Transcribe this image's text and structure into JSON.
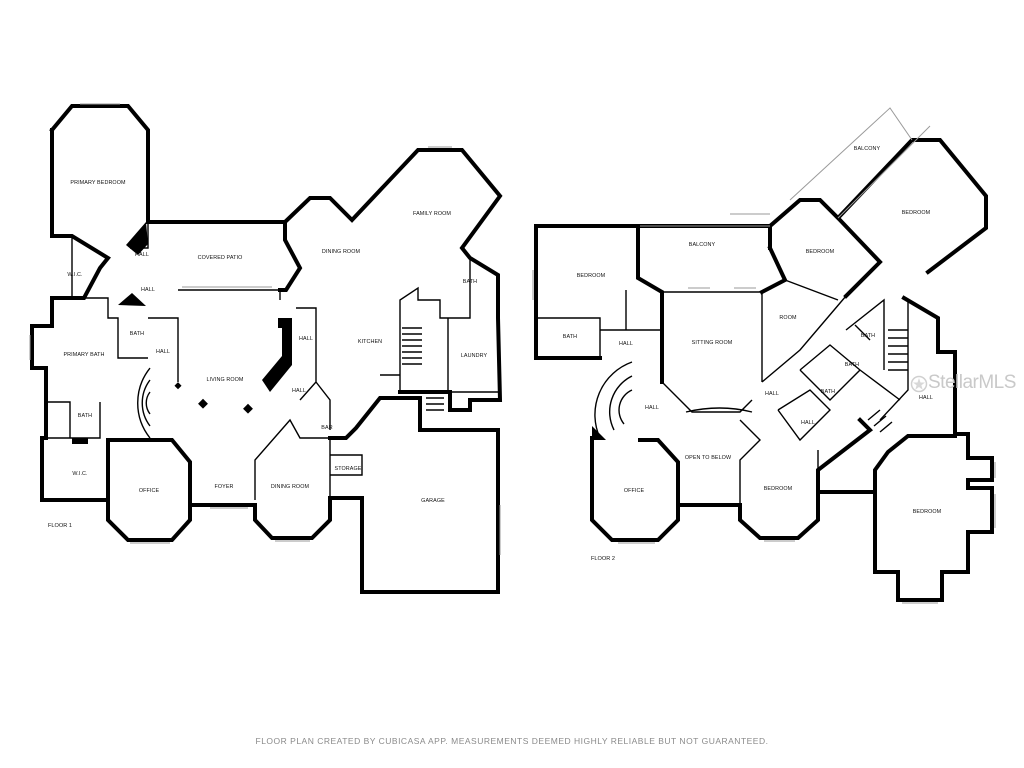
{
  "floor1": {
    "label": "FLOOR 1",
    "rooms": {
      "primary_bedroom": "PRIMARY BEDROOM",
      "wic_top": "W.I.C.",
      "hall_a": "HALL",
      "hall_b": "HALL",
      "primary_bath": "PRIMARY BATH",
      "bath_a": "BATH",
      "hall_c": "HALL",
      "bath_b": "BATH",
      "wic_bottom": "W.I.C.",
      "office": "OFFICE",
      "foyer": "FOYER",
      "living_room": "LIVING ROOM",
      "covered_patio": "COVERED PATIO",
      "dining_room_a": "DINING ROOM",
      "family_room": "FAMILY ROOM",
      "kitchen": "KITCHEN",
      "hall_d": "HALL",
      "hall_e": "HALL",
      "bath_c": "BATH",
      "laundry": "LAUNDRY",
      "bar": "BAR",
      "dining_room_b": "DINING ROOM",
      "storage": "STORAGE",
      "garage": "GARAGE"
    }
  },
  "floor2": {
    "label": "FLOOR 2",
    "rooms": {
      "bedroom_a": "BEDROOM",
      "balcony_a": "BALCONY",
      "balcony_b": "BALCONY",
      "bedroom_b": "BEDROOM",
      "bedroom_c": "BEDROOM",
      "bath_a": "BATH",
      "hall_a": "HALL",
      "sitting_room": "SITTING ROOM",
      "room": "ROOM",
      "bath_b": "BATH",
      "bath_c": "BATH",
      "bath_d": "BATH",
      "hall_b": "HALL",
      "hall_c": "HALL",
      "hall_d": "HALL",
      "hall_e": "HALL",
      "office": "OFFICE",
      "open_to_below": "OPEN TO BELOW",
      "bedroom_d": "BEDROOM",
      "bedroom_e": "BEDROOM"
    }
  },
  "watermark": "StellarMLS",
  "disclaimer": "FLOOR PLAN CREATED BY CUBICASA APP. MEASUREMENTS DEEMED HIGHLY RELIABLE BUT NOT GUARANTEED."
}
